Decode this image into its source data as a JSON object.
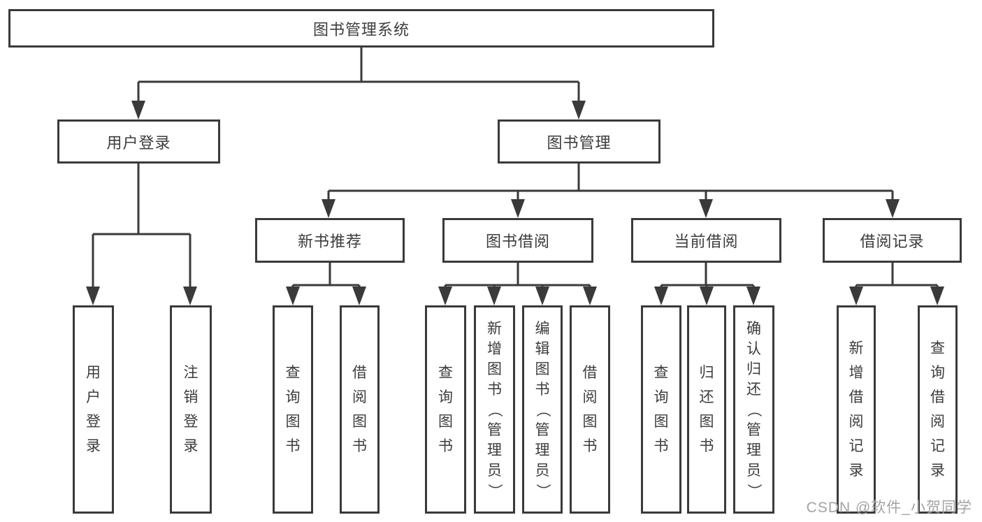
{
  "diagram": {
    "root": {
      "label": "图书管理系统"
    },
    "level2": [
      {
        "label": "用户登录"
      },
      {
        "label": "图书管理"
      }
    ],
    "level3": [
      {
        "label": "新书推荐"
      },
      {
        "label": "图书借阅"
      },
      {
        "label": "当前借阅"
      },
      {
        "label": "借阅记录"
      }
    ],
    "leaves": [
      {
        "label": "用户登录"
      },
      {
        "label": "注销登录"
      },
      {
        "label": "查询图书"
      },
      {
        "label": "借阅图书"
      },
      {
        "label": "查询图书"
      },
      {
        "label": "新增图书（管理员）"
      },
      {
        "label": "编辑图书（管理员）"
      },
      {
        "label": "借阅图书"
      },
      {
        "label": "查询图书"
      },
      {
        "label": "归还图书"
      },
      {
        "label": "确认归还（管理员）"
      },
      {
        "label": "新增借阅记录"
      },
      {
        "label": "查询借阅记录"
      }
    ]
  },
  "watermark": {
    "text": "CSDN @软件_小贺同学"
  },
  "colors": {
    "line": "#3a3a3a",
    "border": "#3a3a3a",
    "text": "#3c3c3c",
    "watermark": "#a3a3a3",
    "background": "#ffffff"
  }
}
